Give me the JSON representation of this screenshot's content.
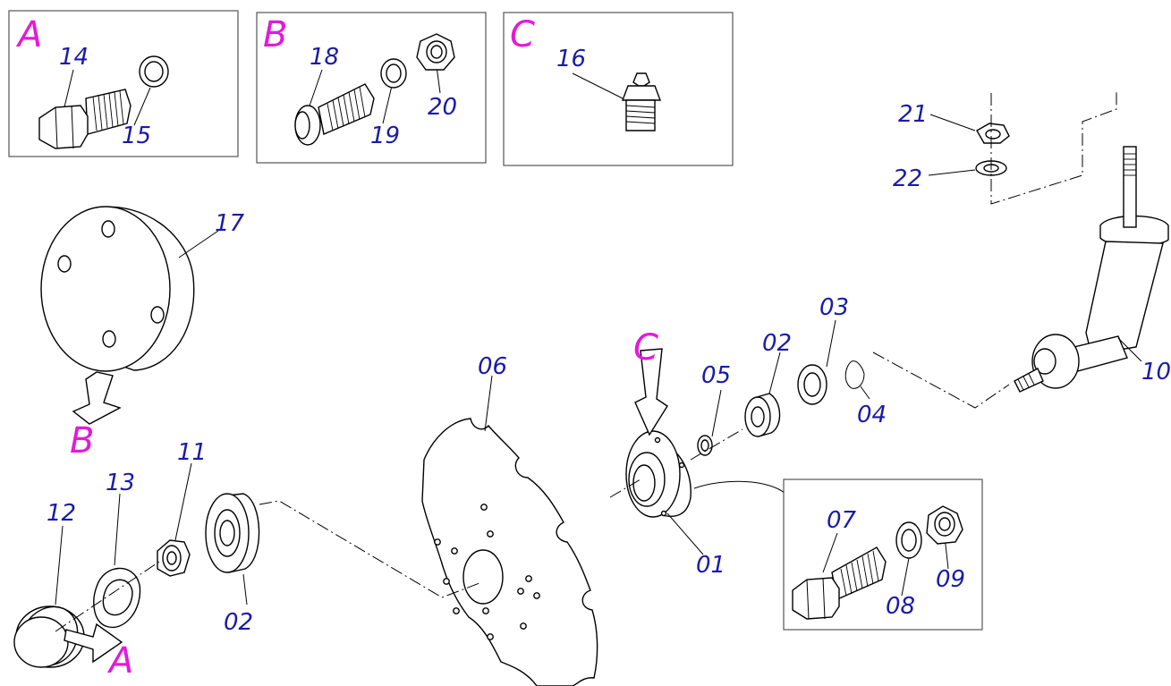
{
  "colors": {
    "part_number": "#1a1aa8",
    "callout_letter": "#e21bd8",
    "line": "#000000"
  },
  "insets": [
    {
      "letter": "A",
      "parts": [
        "14",
        "15"
      ]
    },
    {
      "letter": "B",
      "parts": [
        "18",
        "19",
        "20"
      ]
    },
    {
      "letter": "C",
      "parts": [
        "16"
      ]
    }
  ],
  "callouts": {
    "a": "A",
    "b": "B",
    "c": "C"
  },
  "parts": {
    "p01": "01",
    "p02a": "02",
    "p02b": "02",
    "p03": "03",
    "p04": "04",
    "p05": "05",
    "p06": "06",
    "p07": "07",
    "p08": "08",
    "p09": "09",
    "p10": "10",
    "p11": "11",
    "p12": "12",
    "p13": "13",
    "p17": "17",
    "p21": "21",
    "p22": "22"
  }
}
